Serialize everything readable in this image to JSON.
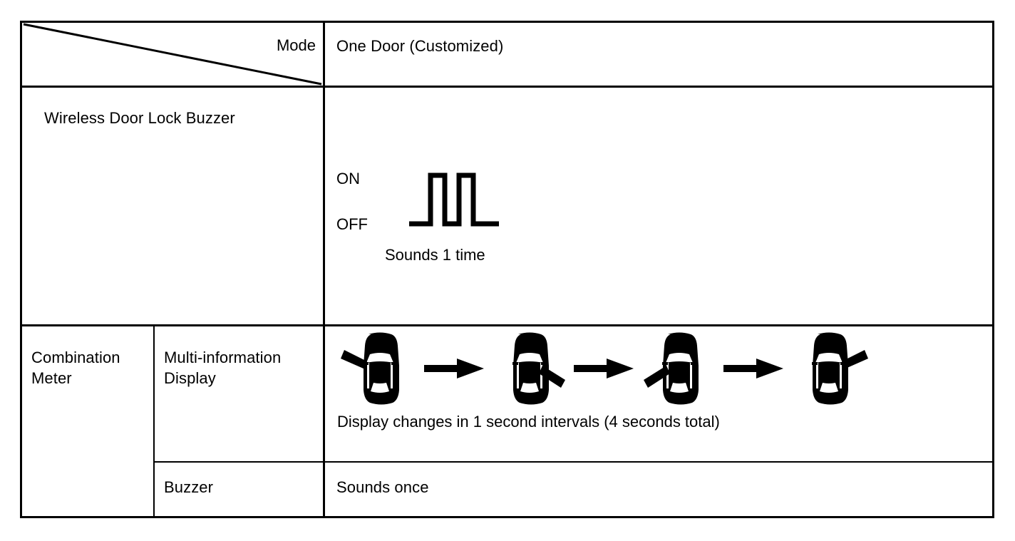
{
  "table": {
    "header": {
      "stub_label": "Mode",
      "mode_value": "One Door (Customized)"
    },
    "rows": [
      {
        "label": "Wireless Door Lock Buzzer",
        "waveform": {
          "on_label": "ON",
          "off_label": "OFF",
          "caption": "Sounds 1 time",
          "pulses": 2
        }
      },
      {
        "label": "Combination\nMeter",
        "sub_rows": [
          {
            "label": "Multi-information\nDisplay",
            "caption": "Display changes in 1 second intervals (4 seconds total)",
            "sequence": [
              {
                "name": "car-door-front-left-open",
                "door": "front-left"
              },
              {
                "name": "arrow-right",
                "door": null
              },
              {
                "name": "car-door-rear-right-open",
                "door": "rear-right"
              },
              {
                "name": "arrow-right",
                "door": null
              },
              {
                "name": "car-door-rear-left-open",
                "door": "rear-left"
              },
              {
                "name": "arrow-right",
                "door": null
              },
              {
                "name": "car-door-front-right-open",
                "door": "front-right"
              }
            ]
          },
          {
            "label": "Buzzer",
            "value": "Sounds once"
          }
        ]
      }
    ]
  },
  "colors": {
    "ink": "#000000",
    "paper": "#ffffff"
  }
}
